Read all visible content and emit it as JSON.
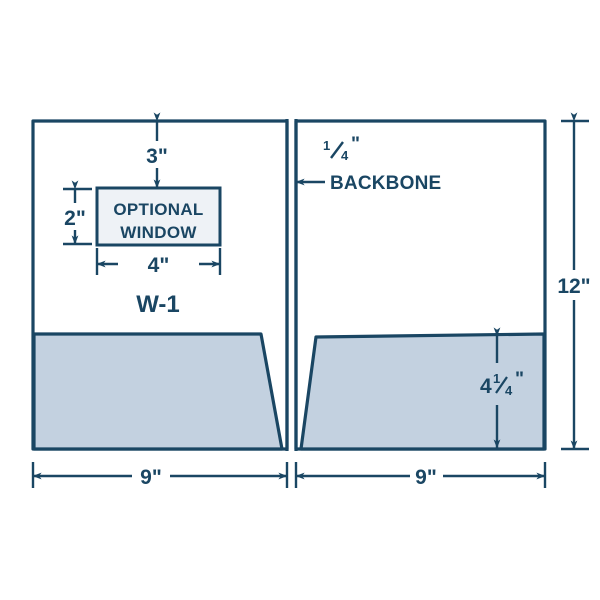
{
  "diagram": {
    "name": "two-pocket-folder-with-optional-window",
    "product_code": "W-1",
    "colors": {
      "line": "#1a4663",
      "pocket_fill": "#c3d1e0",
      "window_fill": "#eef2f6",
      "background": "#ffffff"
    },
    "labels": {
      "window_line1": "OPTIONAL",
      "window_line2": "WINDOW",
      "backbone": "BACKBONE",
      "product_code": "W-1"
    },
    "dimensions": {
      "window_top_offset": {
        "value": "3\"",
        "whole": "3",
        "unit": "\"",
        "description": "distance from top edge to window"
      },
      "window_height": {
        "value": "2\"",
        "whole": "2",
        "unit": "\"",
        "description": "optional window height"
      },
      "window_width": {
        "value": "4\"",
        "whole": "4",
        "unit": "\"",
        "description": "optional window width"
      },
      "backbone_width": {
        "value": "1/4\"",
        "whole": "",
        "numerator": "1",
        "denominator": "4",
        "unit": "\"",
        "description": "spine / backbone thickness"
      },
      "folder_height": {
        "value": "12\"",
        "whole": "12",
        "unit": "\"",
        "description": "overall folder height"
      },
      "pocket_height": {
        "value": "4 1/4\"",
        "whole": "4",
        "numerator": "1",
        "denominator": "4",
        "unit": "\"",
        "description": "pocket height"
      },
      "panel_width_left": {
        "value": "9\"",
        "whole": "9",
        "unit": "\"",
        "description": "left panel width"
      },
      "panel_width_right": {
        "value": "9\"",
        "whole": "9",
        "unit": "\"",
        "description": "right panel width"
      }
    }
  }
}
